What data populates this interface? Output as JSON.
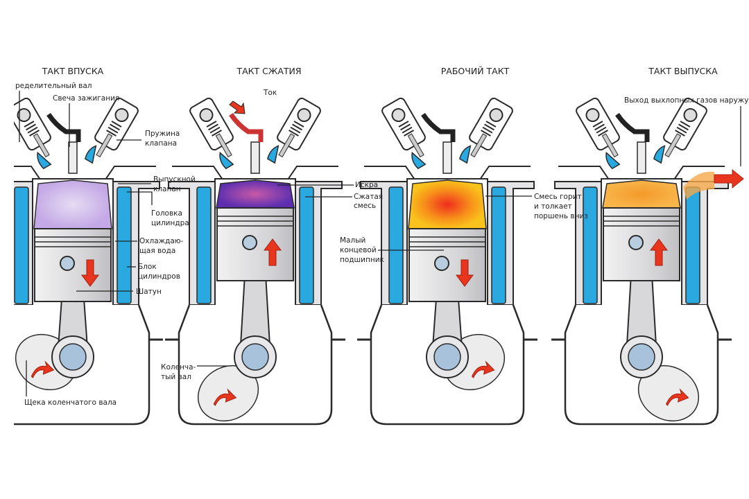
{
  "colors": {
    "water": "#29a9e0",
    "metal": "#e4e4e6",
    "outline": "#2a2a2a",
    "arrow": "#e8361e",
    "intake_mix": "#cbb6e6",
    "compressed_mix": "#7a3fc0",
    "burning_mix": "#f7a21b",
    "exhaust_gas": "#f6a94a"
  },
  "strokes": [
    {
      "title": "ТАКТ ВПУСКА",
      "chamber": "intake_mix",
      "piston_arrow": "down"
    },
    {
      "title": "ТАКТ СЖАТИЯ",
      "chamber": "compressed_mix",
      "piston_arrow": "up"
    },
    {
      "title": "РАБОЧИЙ ТАКТ",
      "chamber": "burning_mix",
      "piston_arrow": "down"
    },
    {
      "title": "ТАКТ ВЫПУСКА",
      "chamber": "exhaust_gas",
      "piston_arrow": "up"
    }
  ],
  "labels": {
    "camshaft": "ределительный вал",
    "spark_plug": "Свеча зажигания",
    "valve_spring": [
      "Пружина",
      "клапана"
    ],
    "exhaust_valve": [
      "Выпускной",
      "клапан"
    ],
    "cylinder_head": [
      "Головка",
      "цилиндра"
    ],
    "cooling_water": [
      "Охлаждаю-",
      "щая вода"
    ],
    "cylinder_block": [
      "Блок",
      "цилиндров"
    ],
    "conrod": "Шатун",
    "crank_web": "Щека коленчатого вала",
    "current": "Ток",
    "spark": "Искра",
    "compressed_mix": [
      "Сжатая",
      "смесь"
    ],
    "crankshaft": [
      "Коленча-",
      "тый вал"
    ],
    "burning": [
      "Смесь горит",
      "и толкает",
      "поршень вниз"
    ],
    "small_end": [
      "Малый",
      "концевой",
      "подшипник"
    ],
    "exhaust_out": "Выход выхлопных газов наружу"
  }
}
